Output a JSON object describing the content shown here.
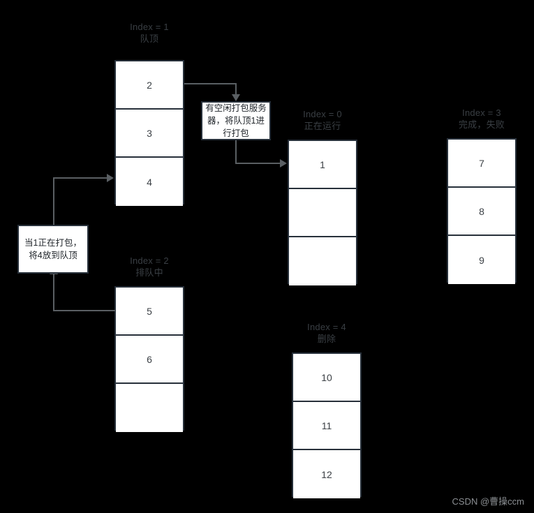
{
  "diagram": {
    "title_note": "Task queue state diagram",
    "background_color": "#000000",
    "box_fill": "#ffffff",
    "box_border": "#27303a",
    "connector_color": "#5a5f63",
    "label_color": "#3a3f44"
  },
  "columns": [
    {
      "id": "col-index-1",
      "index_label": "Index = 1",
      "status_label": "队顶",
      "cells": [
        "2",
        "3",
        "4"
      ]
    },
    {
      "id": "col-index-0",
      "index_label": "Index = 0",
      "status_label": "正在运行",
      "cells": [
        "1",
        "",
        ""
      ]
    },
    {
      "id": "col-index-3",
      "index_label": "Index = 3",
      "status_label": "完成，失败",
      "cells": [
        "7",
        "8",
        "9"
      ]
    },
    {
      "id": "col-index-2",
      "index_label": "Index = 2",
      "status_label": "排队中",
      "cells": [
        "5",
        "6",
        ""
      ]
    },
    {
      "id": "col-index-4",
      "index_label": "Index = 4",
      "status_label": "删除",
      "cells": [
        "10",
        "11",
        "12"
      ]
    }
  ],
  "notes": [
    {
      "id": "note-dispatch",
      "text": "有空闲打包服务器，将队顶1进行打包"
    },
    {
      "id": "note-requeue",
      "text": "当1正在打包，将4放到队顶"
    }
  ],
  "watermark": {
    "text": "CSDN @曹操ccm"
  }
}
